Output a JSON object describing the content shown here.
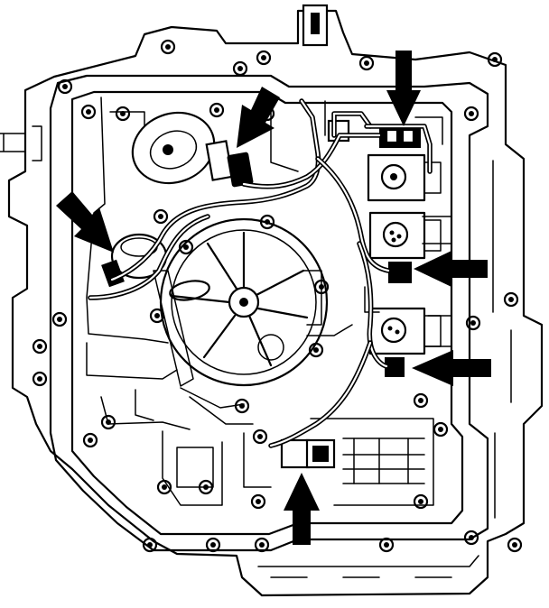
{
  "diagram": {
    "kind": "transmission valve body line drawing",
    "line_color": "#000000",
    "background": "#ffffff",
    "arrow_count": 6,
    "bolt_count": 38,
    "solenoid_count": 3
  }
}
